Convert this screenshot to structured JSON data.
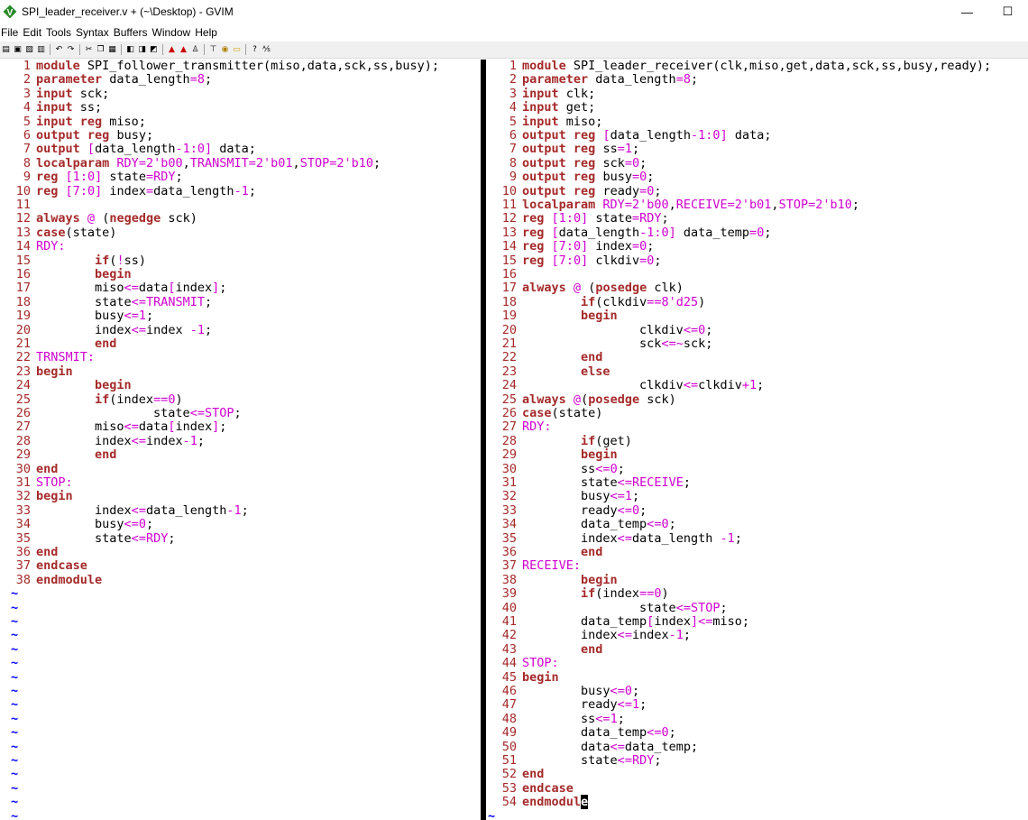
{
  "window": {
    "title": "SPI_leader_receiver.v + (~\\Desktop) - GVIM",
    "minimize": "—",
    "maximize": "☐"
  },
  "menu": [
    "File",
    "Edit",
    "Tools",
    "Syntax",
    "Buffers",
    "Window",
    "Help"
  ],
  "toolbar_icons": [
    "open-icon",
    "save-icon",
    "save-all-icon",
    "print-icon",
    "undo-icon",
    "redo-icon",
    "cut-icon",
    "copy-icon",
    "paste-icon",
    "find-replace-icon",
    "find-next-icon",
    "find-prev-icon",
    "load-session-icon",
    "save-session-icon",
    "run-script-icon",
    "make-icon",
    "run-ctags-icon",
    "jump-tag-icon",
    "help-icon",
    "find-help-icon"
  ],
  "panes": [
    {
      "name": "SPI_follower_transmitter",
      "tilde_count": 17,
      "lines": [
        "1 module SPI_follower_transmitter(miso,data,sck,ss,busy);",
        "2 parameter data_length=8;",
        "3 input sck;",
        "4 input ss;",
        "5 input reg miso;",
        "6 output reg busy;",
        "7 output [data_length-1:0] data;",
        "8 localparam RDY=2'b00,TRANSMIT=2'b01,STOP=2'b10;",
        "9 reg [1:0] state=RDY;",
        "10 reg [7:0] index=data_length-1;",
        "11 ",
        "12 always @ (negedge sck)",
        "13 case(state)",
        "14 RDY:",
        "15         if(!ss)",
        "16         begin",
        "17         miso<=data[index];",
        "18         state<=TRANSMIT;",
        "19         busy<=1;",
        "20         index<=index -1;",
        "21         end",
        "22 TRNSMIT:",
        "23 begin",
        "24         begin",
        "25         if(index==0)",
        "26                 state<=STOP;",
        "27         miso<=data[index];",
        "28         index<=index-1;",
        "29         end",
        "30 end",
        "31 STOP:",
        "32 begin",
        "33         index<=data_length-1;",
        "34         busy<=0;",
        "35         state<=RDY;",
        "36 end",
        "37 endcase",
        "38 endmodule"
      ]
    },
    {
      "name": "SPI_leader_receiver",
      "tilde_count": 1,
      "lines": [
        "1 module SPI_leader_receiver(clk,miso,get,data,sck,ss,busy,ready);",
        "2 parameter data_length=8;",
        "3 input clk;",
        "4 input get;",
        "5 input miso;",
        "6 output reg [data_length-1:0] data;",
        "7 output reg ss=1;",
        "8 output reg sck=0;",
        "9 output reg busy=0;",
        "10 output reg ready=0;",
        "11 localparam RDY=2'b00,RECEIVE=2'b01,STOP=2'b10;",
        "12 reg [1:0] state=RDY;",
        "13 reg [data_length-1:0] data_temp=0;",
        "14 reg [7:0] index=0;",
        "15 reg [7:0] clkdiv=0;",
        "16 ",
        "17 always @ (posedge clk)",
        "18         if(clkdiv==8'd25)",
        "19         begin",
        "20                 clkdiv<=0;",
        "21                 sck<=~sck;",
        "22         end",
        "23         else",
        "24                 clkdiv<=clkdiv+1;",
        "25 always @(posedge sck)",
        "26 case(state)",
        "27 RDY:",
        "28         if(get)",
        "29         begin",
        "30         ss<=0;",
        "31         state<=RECEIVE;",
        "32         busy<=1;",
        "33         ready<=0;",
        "34         data_temp<=0;",
        "35         index<=data_length -1;",
        "36         end",
        "37 RECEIVE:",
        "38         begin",
        "39         if(index==0)",
        "40                 state<=STOP;",
        "41         data_temp[index]<=miso;",
        "42         index<=index-1;",
        "43         end",
        "44 STOP:",
        "45 begin",
        "46         busy<=0;",
        "47         ready<=1;",
        "48         ss<=1;",
        "49         data_temp<=0;",
        "50         data<=data_temp;",
        "51         state<=RDY;",
        "52 end",
        "53 endcase",
        "54 endmodule"
      ]
    }
  ],
  "tilde": "~"
}
